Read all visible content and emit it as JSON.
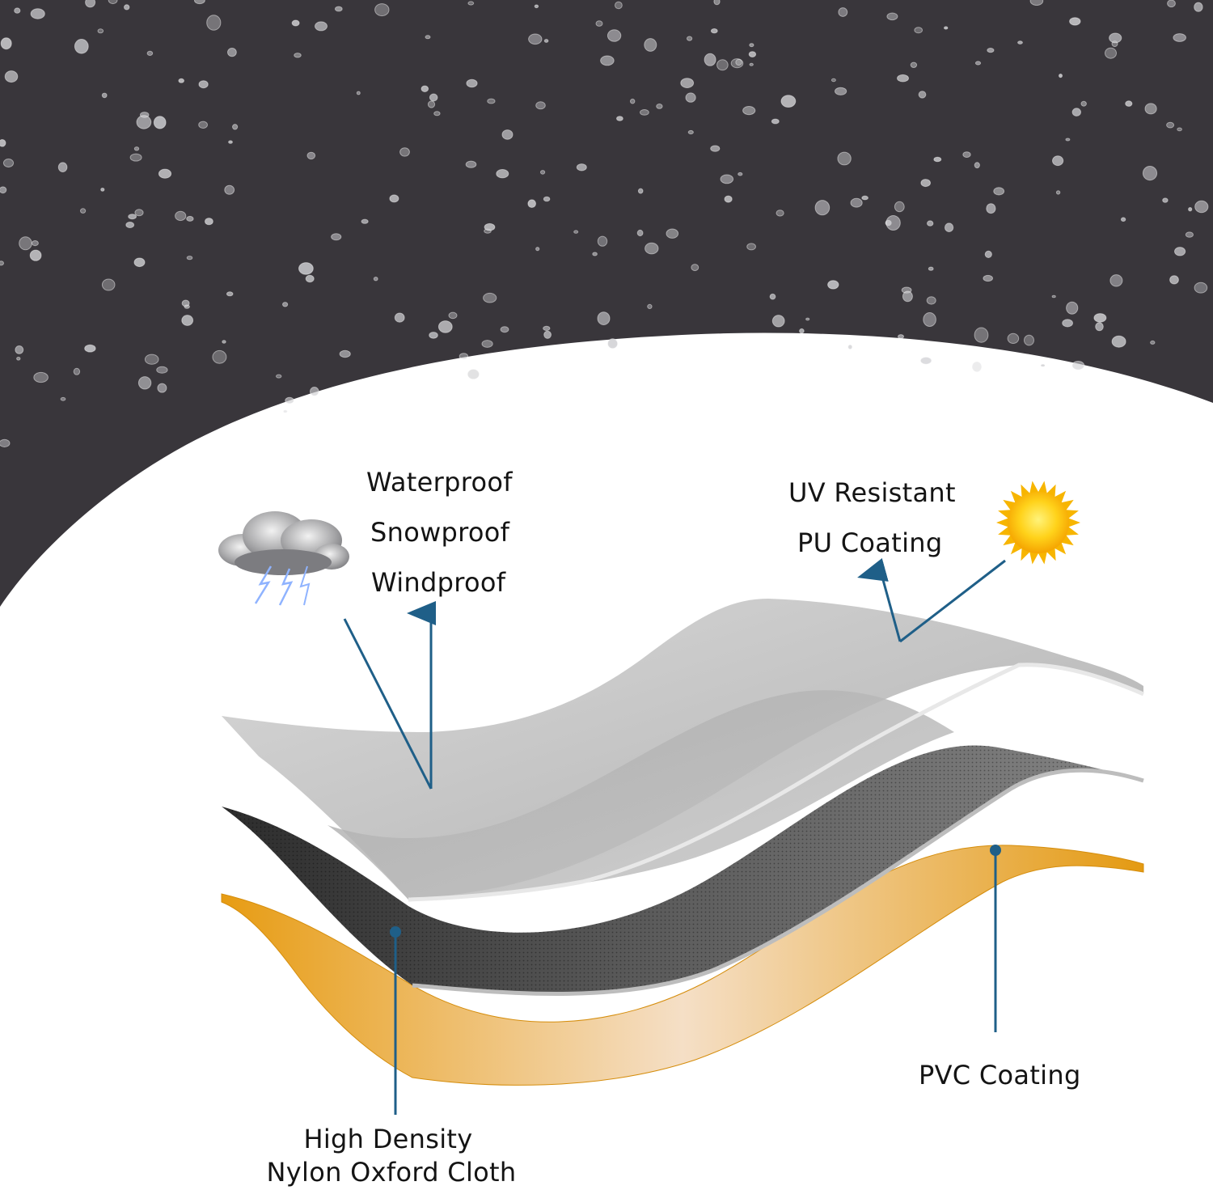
{
  "labels": {
    "waterproof": "Waterproof",
    "snowproof": "Snowproof",
    "windproof": "Windproof",
    "uv_resistant": "UV Resistant",
    "pu_coating": "PU Coating",
    "pvc_coating": "PVC Coating",
    "high_density": "High Density",
    "nylon_oxford": "Nylon Oxford Cloth"
  },
  "icons": {
    "storm": "storm-cloud-icon",
    "sun": "sun-icon"
  },
  "colors": {
    "background_fabric": "#3a373c",
    "top_layer": "#bcbcbc",
    "middle_layer": "#4e4e4e",
    "bottom_layer": "#e59e1c",
    "leader_line": "#1f5f88",
    "sun": "#ffc400"
  }
}
